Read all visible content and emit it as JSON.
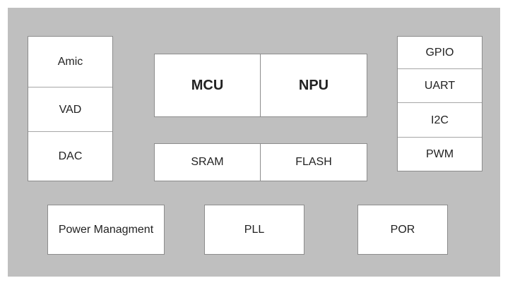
{
  "colors": {
    "background": "#bfbfbf",
    "block_fill": "#ffffff",
    "border": "#8c8c8c"
  },
  "audio_group": [
    "Amic",
    "VAD",
    "DAC"
  ],
  "core": {
    "mcu": "MCU",
    "npu": "NPU"
  },
  "memory": {
    "sram": "SRAM",
    "flash": "FLASH"
  },
  "io_group": [
    "GPIO",
    "UART",
    "I2C",
    "PWM"
  ],
  "bottom": {
    "power": "Power Managment",
    "pll": "PLL",
    "por": "POR"
  }
}
